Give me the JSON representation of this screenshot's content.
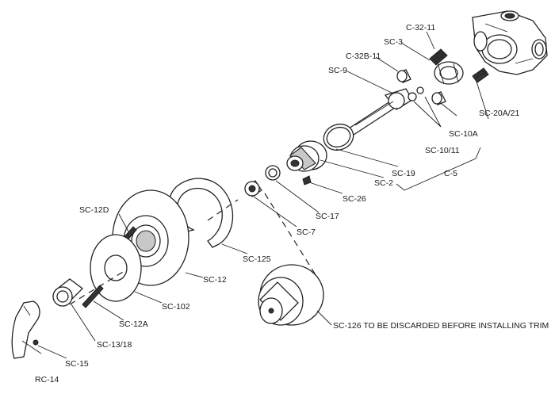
{
  "labels": {
    "c32_11": "C-32-11",
    "sc3": "SC-3",
    "c32b_11": "C-32B-11",
    "sc9": "SC-9",
    "sc10a": "SC-10A",
    "sc20a21": "SC-20A/21",
    "sc10_11": "SC-10/11",
    "sc19": "SC-19",
    "c5": "C-5",
    "sc2": "SC-2",
    "sc26": "SC-26",
    "sc17": "SC-17",
    "sc7": "SC-7",
    "sc12d": "SC-12D",
    "sc125": "SC-125",
    "sc12": "SC-12",
    "sc102": "SC-102",
    "sc12a": "SC-12A",
    "sc13_18": "SC-13/18",
    "sc15": "SC-15",
    "rc14": "RC-14",
    "sc126": "SC-126  TO BE DISCARDED BEFORE INSTALLING TRIM"
  }
}
